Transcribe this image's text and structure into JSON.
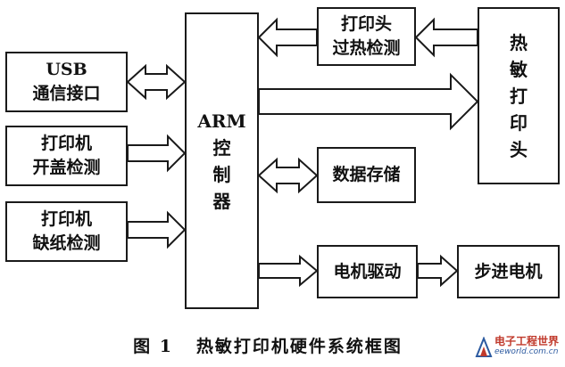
{
  "blocks": {
    "usb": [
      "USB",
      "通信接口"
    ],
    "cover": [
      "打印机",
      "开盖检测"
    ],
    "paper": [
      "打印机",
      "缺纸检测"
    ],
    "arm": [
      "ARM",
      "控",
      "制",
      "器"
    ],
    "overheat": [
      "打印头",
      "过热检测"
    ],
    "storage": [
      "数据存储"
    ],
    "motor_drive": [
      "电机驱动"
    ],
    "stepper": [
      "步进电机"
    ],
    "head": [
      "热",
      "敏",
      "打",
      "印",
      "头"
    ]
  },
  "caption": "图 1   热敏打印机硬件系统框图",
  "watermark": {
    "title": "电子工程世界",
    "site": "eeworld.com.cn"
  },
  "colors": {
    "line": "#1a1a1a",
    "arrow_fill": "#ffffff",
    "watermark_red": "#c0392b",
    "watermark_blue": "#2c5aa0"
  }
}
